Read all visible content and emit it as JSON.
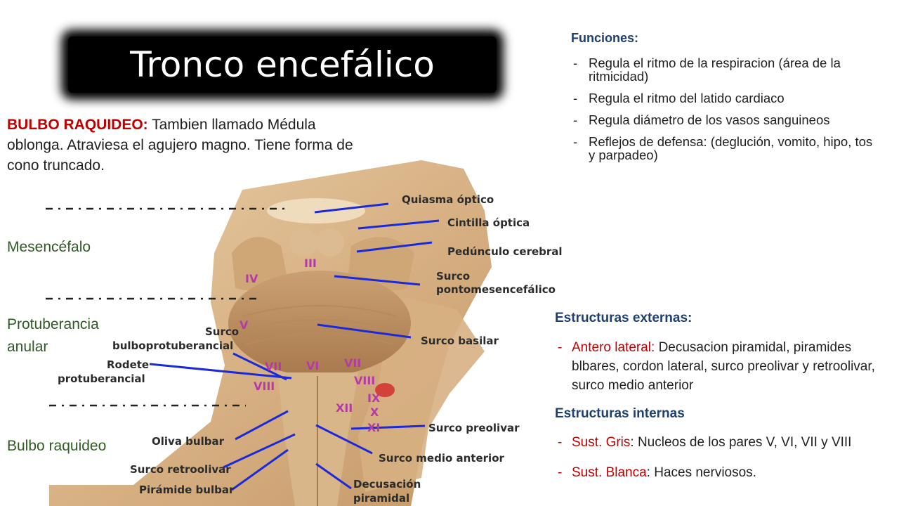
{
  "title": "Tronco encefálico",
  "intro": {
    "term": "BULBO RAQUIDEO:",
    "text": " Tambien llamado Médula oblonga. Atraviesa el agujero magno. Tiene forma de cono truncado."
  },
  "levels": [
    "Mesencéfalo",
    "Protuberancia",
    "anular",
    "Bulbo raquideo"
  ],
  "funciones": {
    "heading": "Funciones:",
    "items": [
      "Regula el ritmo de la respiracion (área de la ritmicidad)",
      "Regula el ritmo del latido cardiaco",
      "Regula diámetro de los vasos sanguineos",
      "Reflejos de defensa: (deglución, vomito, hipo, tos y parpadeo)"
    ]
  },
  "externas": {
    "heading": "Estructuras externas:",
    "item_term": "Antero lateral:",
    "item_text": " Decusacion piramidal, piramides blbares, cordon lateral, surco preolivar y retroolivar, surco medio anterior"
  },
  "internas": {
    "heading": "Estructuras internas",
    "items": [
      {
        "term": "Sust. Gris",
        "text": ": Nucleos de los pares V, VI, VII y VIII"
      },
      {
        "term": "Sust. Blanca",
        "text": ": Haces nerviosos."
      }
    ]
  },
  "diagram_labels": {
    "quiasma": "Quiasma óptico",
    "cintilla": "Cintilla óptica",
    "pedunculo": "Pedúnculo cerebral",
    "surco_pm_1": "Surco",
    "surco_pm_2": "pontomesencefálico",
    "surco_basilar": "Surco basilar",
    "surco_bp_1": "Surco",
    "surco_bp_2": "bulboprotuberancial",
    "rodete_1": "Rodete",
    "rodete_2": "protuberancial",
    "oliva": "Oliva bulbar",
    "surco_retro": "Surco retroolivar",
    "piramide": "Pirámide bulbar",
    "surco_preolivar": "Surco preolivar",
    "surco_medio": "Surco medio anterior",
    "decusacion_1": "Decusación",
    "decusacion_2": "piramidal"
  },
  "nerve_labels": {
    "III": "III",
    "IV": "IV",
    "V": "V",
    "VI": "VI",
    "VII_l": "VII",
    "VIII_l": "VIII",
    "VII_r": "VII",
    "VIII_r": "VIII",
    "IX": "IX",
    "X": "X",
    "XI": "XI",
    "XII": "XII"
  },
  "colors": {
    "title_bg": "#000000",
    "accent_red": "#c00000",
    "heading_blue": "#1f3f6f",
    "level_green": "#2e5a23",
    "pointer_blue": "#1a2ad8",
    "nerve_purple": "#b53aa8"
  }
}
